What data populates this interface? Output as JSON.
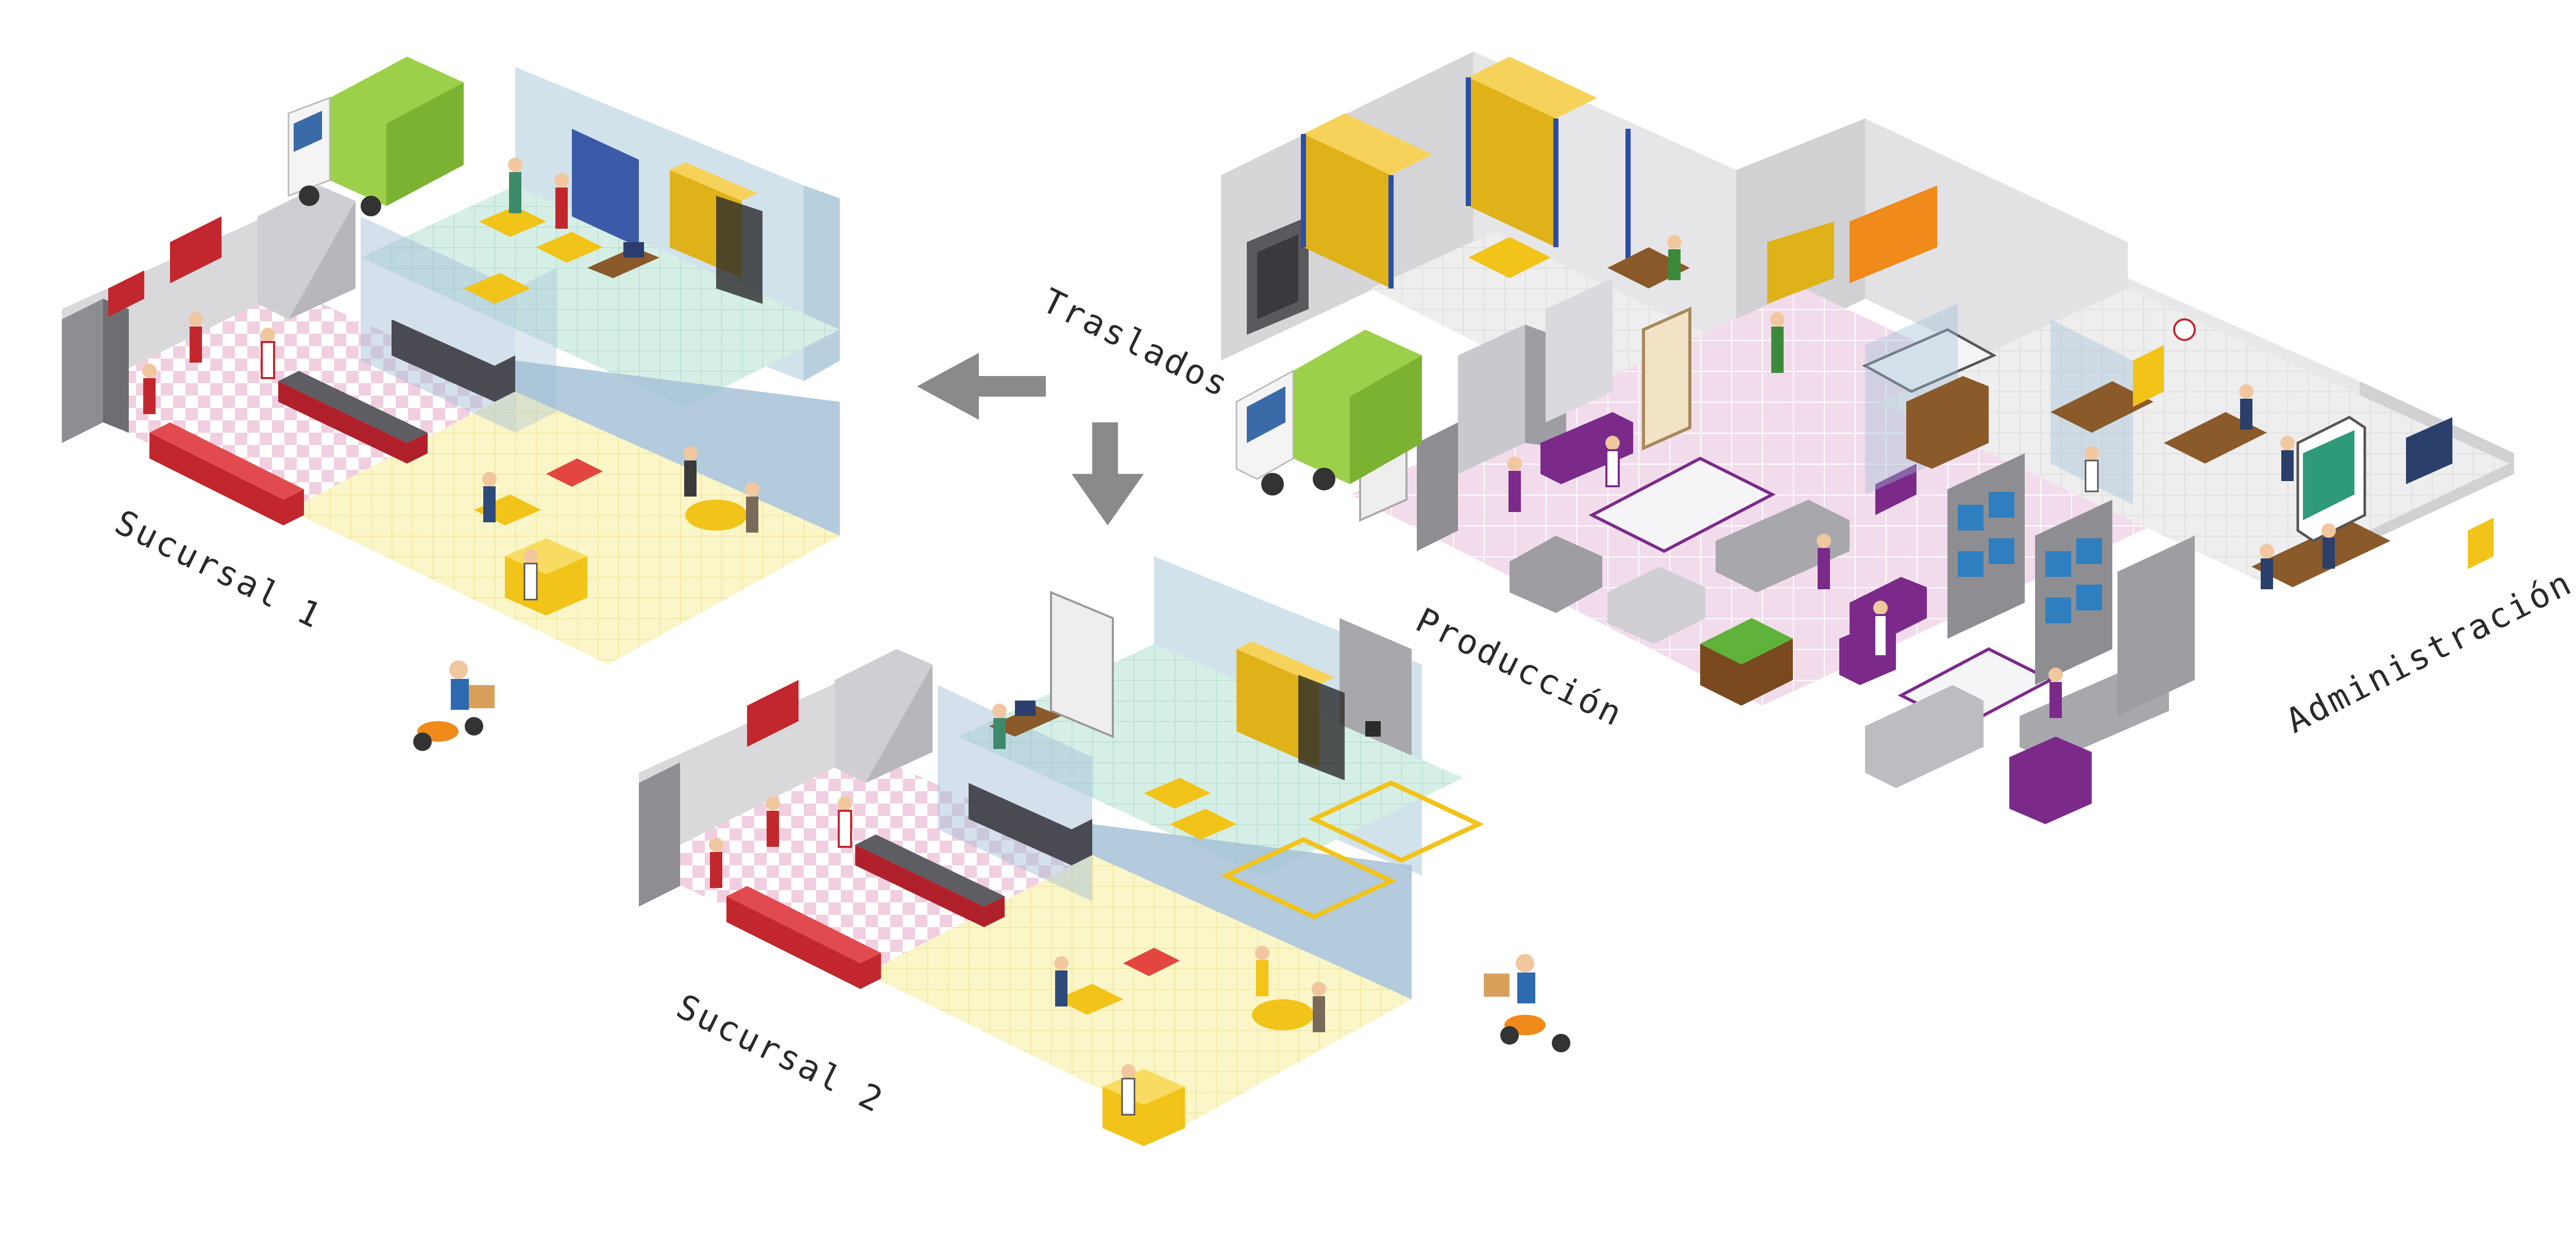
{
  "labels": {
    "branch_1": "Sucursal 1",
    "branch_2": "Sucursal 2",
    "transfers": "Traslados",
    "production": "Producción",
    "administration": "Administración"
  },
  "colors": {
    "floor_checker_pink": "#f3d7e6",
    "floor_cream": "#fbf6c8",
    "floor_mint": "#d8f0e8",
    "floor_lilac": "#efd9ea",
    "glass_blue": "#9fbdd4",
    "wall_grey": "#d6d6d8",
    "counter_red": "#c1272d",
    "purple": "#7b2a8a",
    "yellow": "#f2c318",
    "truck_green": "#9cd04a",
    "arrow_grey": "#8a8a8a"
  },
  "icons": [
    "truck-icon",
    "scooter-rider-icon",
    "arrow-left-icon",
    "arrow-down-icon",
    "person-icon"
  ]
}
